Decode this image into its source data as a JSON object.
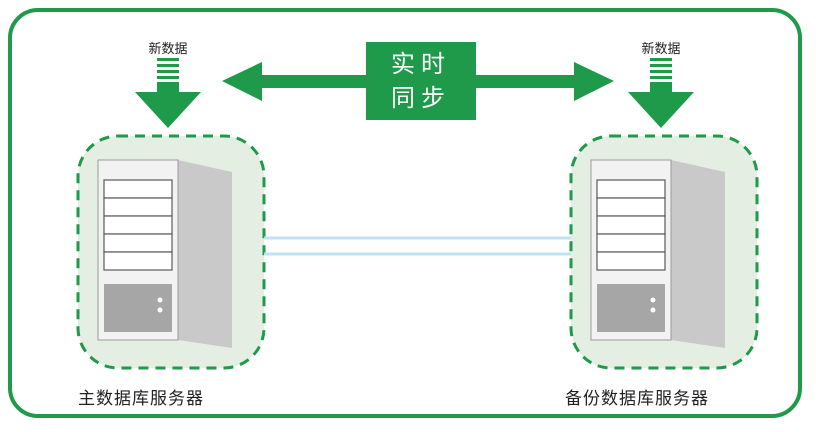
{
  "colors": {
    "green": "#1e9a4a",
    "halo": "#e4eee2",
    "server_light": "#f4f4f4",
    "server_side": "#c9c9c9",
    "server_dark": "#9a9a9a",
    "link": "#bfe2f2"
  },
  "diagram": {
    "sync_label_line1": "实时",
    "sync_label_line2": "同步",
    "left": {
      "new_data_label": "新数据",
      "server_label": "主数据库服务器"
    },
    "right": {
      "new_data_label": "新数据",
      "server_label": "备份数据库服务器"
    }
  }
}
